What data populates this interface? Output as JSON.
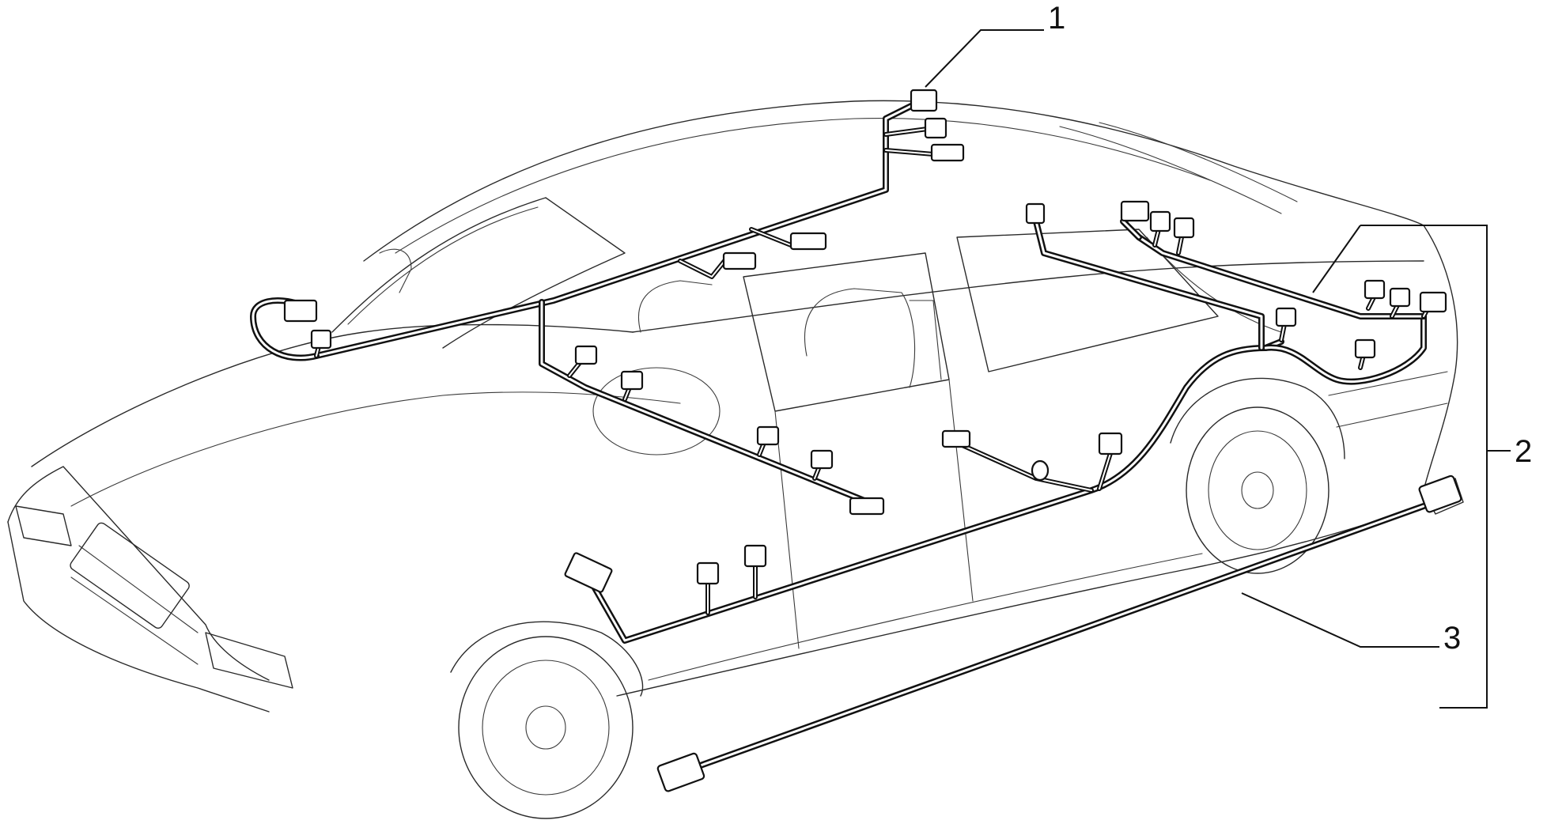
{
  "diagram": {
    "callouts": {
      "c1": "1",
      "c2": "2",
      "c3": "3"
    }
  },
  "colors": {
    "ink": "#111111",
    "background": "#ffffff"
  }
}
